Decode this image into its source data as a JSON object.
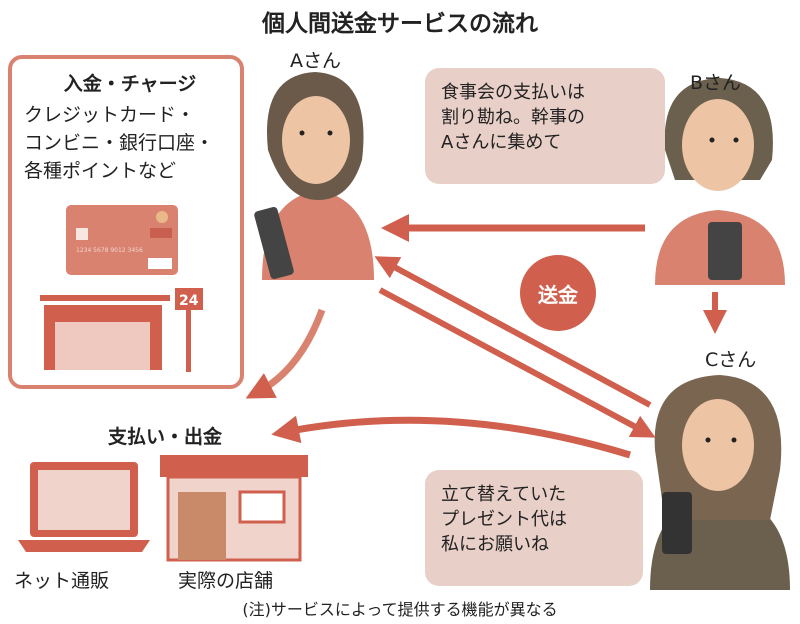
{
  "title": "個人間送金サービスの流れ",
  "charge": {
    "heading": "入金・チャージ",
    "lines": [
      "クレジットカード・",
      "コンビニ・銀行口座・",
      "各種ポイントなど"
    ],
    "card_number": "1234 5678 9012 3456",
    "store_sign": "24"
  },
  "people": {
    "a": "Aさん",
    "b": "Bさん",
    "c": "Cさん"
  },
  "bubbles": {
    "b": [
      "食事会の支払いは",
      "割り勘ね。幹事の",
      "Aさんに集めて"
    ],
    "c": [
      "立て替えていた",
      "プレゼント代は",
      "私にお願いね"
    ]
  },
  "transfer_label": "送金",
  "payout": {
    "heading": "支払い・出金",
    "net": "ネット通販",
    "store": "実際の店舗"
  },
  "footnote": "(注)サービスによって提供する機能が異なる",
  "colors": {
    "accent": "#d0604d",
    "border": "#d9826f",
    "bubble": "#e8cfc8"
  }
}
